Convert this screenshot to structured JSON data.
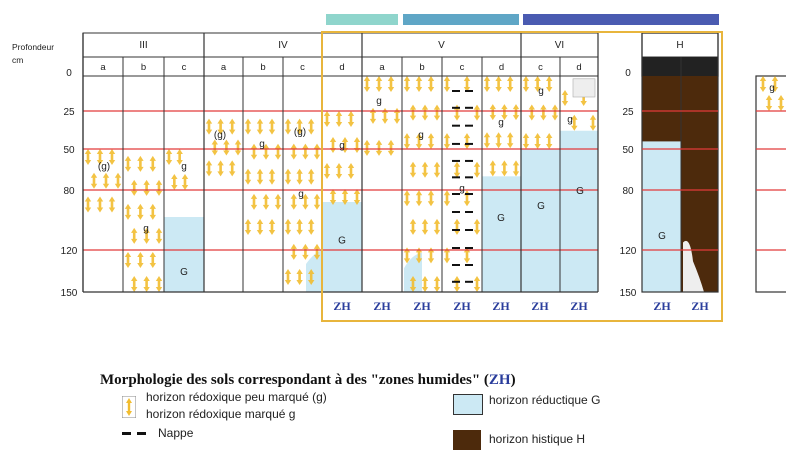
{
  "header": {
    "depth_title": "Profondeur",
    "depth_unit": "cm",
    "depth_labels": [
      "0",
      "25",
      "50",
      "80",
      "120",
      "150"
    ]
  },
  "classes": [
    {
      "label": "III",
      "subs": [
        "a",
        "b",
        "c"
      ]
    },
    {
      "label": "IV",
      "subs": [
        "a",
        "b",
        "c",
        "d"
      ]
    },
    {
      "label": "V",
      "subs": [
        "a",
        "b",
        "c",
        "d"
      ]
    },
    {
      "label": "VI",
      "subs": [
        "c",
        "d"
      ]
    },
    {
      "label": "H",
      "subs": [
        "",
        ""
      ]
    }
  ],
  "zh_label": "ZH",
  "colors": {
    "grid": "#333333",
    "red_line": "#e23a3a",
    "reductique": "#cce9f4",
    "histique": "#4d2a0c",
    "redox": "#f2bd2f",
    "zh_text": "#2a3d9c",
    "zh_box": "#e8b53c",
    "band_teal": "#8fd5cc",
    "band_blue": "#5fa6c6",
    "band_indigo": "#4a5bb1"
  },
  "legend": {
    "title_main": "Morphologie des sols correspondant à des \"zones humides\" (",
    "title_zh": "ZH",
    "title_end": ")",
    "redox_weak": "horizon rédoxique peu marqué (g)",
    "redox_strong": "horizon rédoxique marqué g",
    "nappe": "Nappe",
    "reductique": "horizon réductique G",
    "histique": "horizon histique H"
  },
  "profiles": [
    {
      "id": "III-a",
      "g_label": "(g)"
    },
    {
      "id": "III-b",
      "g_label": "g"
    },
    {
      "id": "III-c",
      "g_label": "g",
      "G_label": "G"
    },
    {
      "id": "IV-a",
      "g_label": "(g)"
    },
    {
      "id": "IV-b",
      "g_label": "g"
    },
    {
      "id": "IV-c",
      "g_label": "(g)"
    },
    {
      "id": "IV-d",
      "g_label": "g",
      "G_label": "G"
    },
    {
      "id": "V-a",
      "g_label": "g"
    },
    {
      "id": "V-b",
      "g_label": "g"
    },
    {
      "id": "V-c",
      "g_label": "g"
    },
    {
      "id": "V-d",
      "g_label": "g",
      "G_label": "G"
    },
    {
      "id": "VI-c",
      "g_label": "g",
      "G_label": "G"
    },
    {
      "id": "VI-d",
      "g_label": "g",
      "G_label": "G"
    },
    {
      "id": "H",
      "G_label": "G"
    },
    {
      "id": "partial",
      "g_label": "g"
    }
  ]
}
